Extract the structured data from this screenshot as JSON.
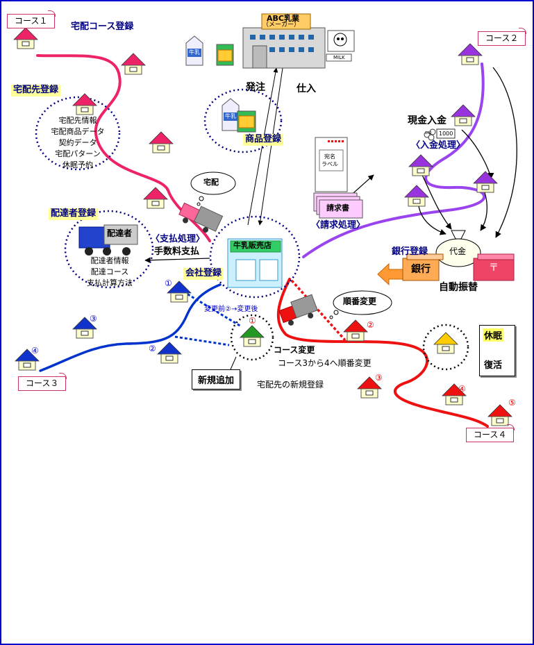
{
  "courses": {
    "c1": "コース１",
    "c2": "コース２",
    "c3": "コース３",
    "c4": "コース４"
  },
  "maker": {
    "name": "ABC乳業",
    "sub": "（メーカー）"
  },
  "labels": {
    "delivery_course_reg": "宅配コース登録",
    "delivery_dest_reg": "宅配先登録",
    "order": "発注",
    "purchase": "仕入",
    "product_reg": "商品登録",
    "cash_in": "現金入金",
    "cash_proc": "〈入金処理〉",
    "billing_doc": "請求書",
    "billing_proc": "〈請求処理〉",
    "delivery": "宅配",
    "carrier_reg": "配達者登録",
    "carrier": "配達者",
    "payment_proc": "〈支払処理〉",
    "fee_payment": "手数料支払",
    "company_reg": "会社登録",
    "shop": "牛乳販売店",
    "payment_money": "代金",
    "bank_reg": "銀行登録",
    "bank": "銀行",
    "auto_debit": "自動振替",
    "reorder": "順番変更",
    "before_after": "変更前②→変更後",
    "course_change": "コース変更",
    "course_change_detail": "コース3から4へ順番変更",
    "new_add": "新規追加",
    "new_reg": "宅配先の新規登録",
    "suspend": "休眠",
    "resume": "復活",
    "milk_carton": "牛乳",
    "name_label_1": "宛名",
    "name_label_2": "ラベル",
    "coin": "100",
    "bill": "1000",
    "milk_sign": "MILK",
    "post_mark": "〒"
  },
  "dest_info": [
    "宅配先情報",
    "宅配商品データ",
    "契約データ",
    "宅配パターン",
    "休眠予約"
  ],
  "carrier_info": [
    "配達者情報",
    "配達コース",
    "支払計算方法"
  ],
  "numbers": {
    "n1": "①",
    "n2": "②",
    "n3": "③",
    "n4": "④",
    "n5": "⑤"
  },
  "colors": {
    "course1": "#ee2266",
    "course2": "#9944ee",
    "course3": "#0033cc",
    "course4": "#ee1111",
    "house_pink": "#ee2266",
    "house_purple": "#9933dd",
    "house_blue": "#1133cc",
    "house_red": "#ee1111",
    "house_green": "#229922",
    "house_yellow": "#ffcc00"
  }
}
